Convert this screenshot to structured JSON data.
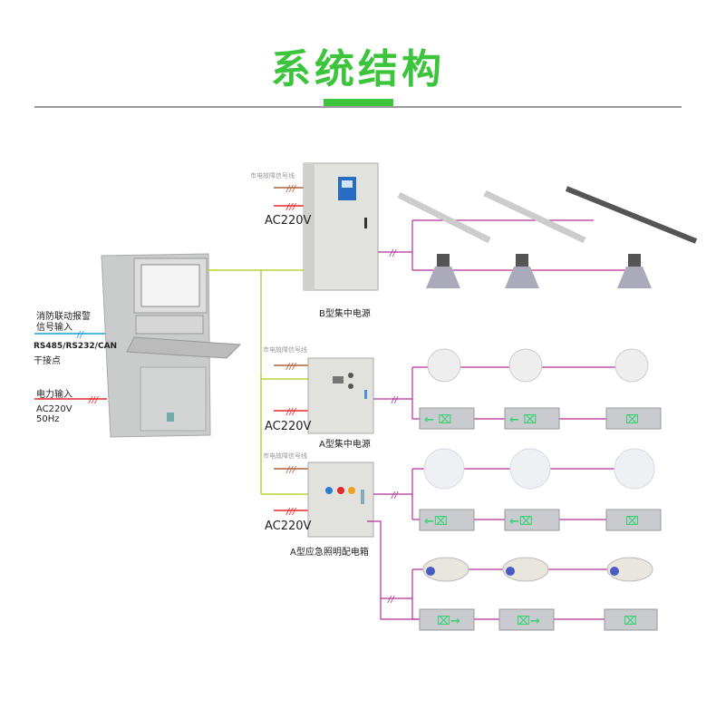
{
  "title": "系统结构",
  "console": {
    "fire_signal_label": "消防联动报警\n信号输入",
    "fire_line1": "消防联动报警",
    "fire_line2": "信号输入",
    "comm_label": "RS485/RS232/CAN",
    "dry_contact_label": "干接点",
    "power_input_label": "电力输入",
    "power_spec1": "AC220V",
    "power_spec2": "50Hz"
  },
  "supplies": [
    {
      "name": "B型集中电源",
      "fault_signal": "市电故障信号线",
      "voltage": "AC220V"
    },
    {
      "name": "A型集中电源",
      "fault_signal": "市电故障信号线",
      "voltage": "AC220V"
    },
    {
      "name": "A型应急照明配电箱",
      "fault_signal": "市电故障信号线",
      "voltage": "AC220V"
    }
  ],
  "colors": {
    "accent": "#3cc43c",
    "signal": "#1a9bd8",
    "power": "#e8262d",
    "bus": "#b5d334",
    "output": "#b3309b",
    "fault": "#b0623a"
  }
}
